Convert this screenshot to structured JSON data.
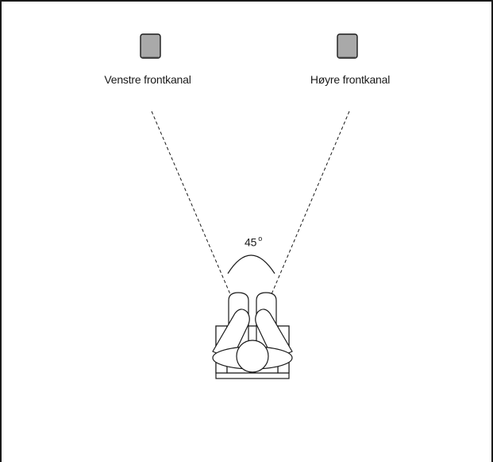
{
  "labels": {
    "left_speaker": "Venstre frontkanal",
    "right_speaker": "Høyre frontkanal",
    "angle_value": "45",
    "angle_unit": "o"
  },
  "colors": {
    "speaker_fill": "#a9a9a9",
    "line": "#1a1a1a",
    "background": "#ffffff"
  },
  "icons": [
    "speaker-icon",
    "listener-seat-icon"
  ]
}
